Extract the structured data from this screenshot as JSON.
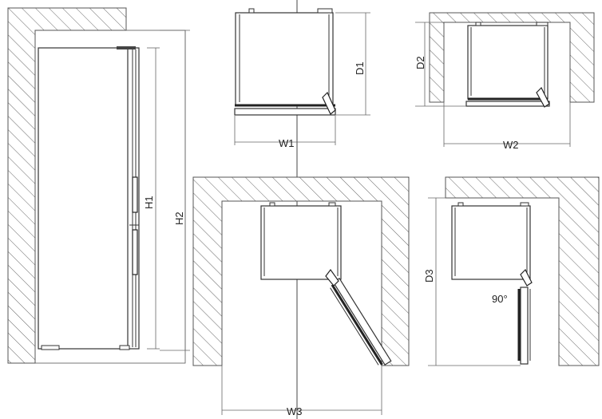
{
  "labels": {
    "h1": "H1",
    "h2": "H2",
    "w1": "W1",
    "d1": "D1",
    "w2": "W2",
    "d2": "D2",
    "w3": "W3",
    "d3": "D3",
    "angle": "90°"
  }
}
